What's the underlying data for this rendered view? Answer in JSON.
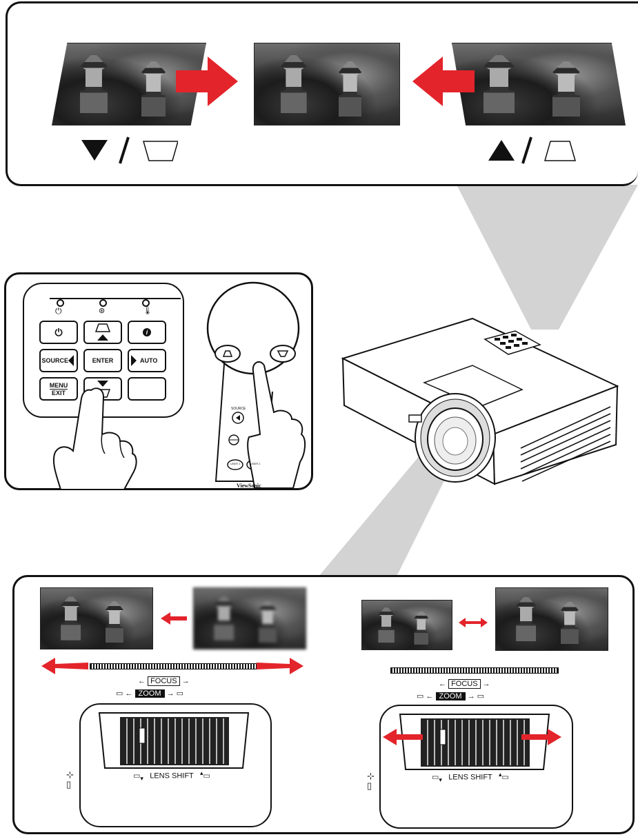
{
  "top_panel": {
    "left_symbol": "▼ / ⏢",
    "right_symbol": "▲ / ⏢"
  },
  "keypad": {
    "source": "SOURCE",
    "enter": "ENTER",
    "auto": "AUTO",
    "menu": "MENU",
    "exit": "EXIT",
    "power_glyph": "⏻",
    "info_glyph": "i"
  },
  "remote": {
    "source": "SOURCE",
    "user1": "USER 1",
    "user2": "USER 2",
    "brand": "ViewSonic"
  },
  "lens_panel": {
    "focus_label": "FOCUS",
    "zoom_label": "ZOOM",
    "lens_shift_label": "LENS SHIFT"
  },
  "colors": {
    "arrow_red": "#e3242b",
    "beam_gray": "#d3d3d3",
    "outline": "#111111"
  }
}
